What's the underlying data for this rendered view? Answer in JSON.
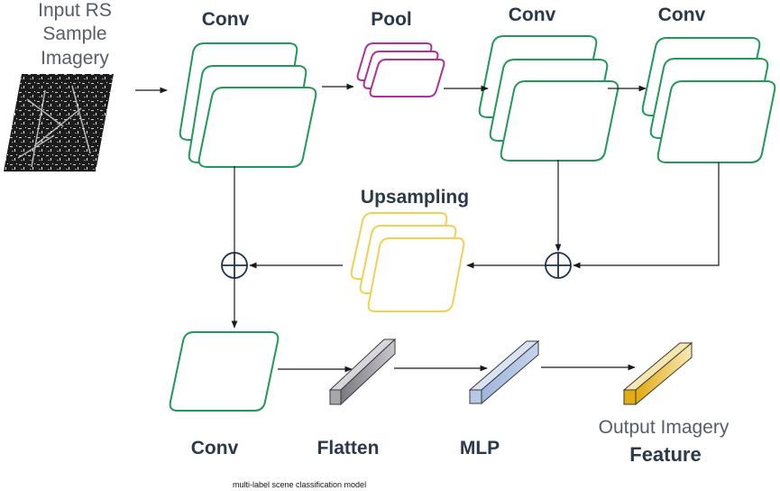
{
  "labels": {
    "input_line1": "Input RS",
    "input_line2": "Sample",
    "input_line3": "Imagery",
    "conv1": "Conv",
    "pool": "Pool",
    "conv2": "Conv",
    "conv3": "Conv",
    "upsampling": "Upsampling",
    "conv_bottom": "Conv",
    "flatten": "Flatten",
    "mlp": "MLP",
    "output_line1": "Output Imagery",
    "output_line2": "Feature"
  },
  "caption": "multi-label scene classification model",
  "colors": {
    "conv": "#1f9a5a",
    "pool": "#b0309a",
    "upsampling": "#f2cf55",
    "flatten": "#8c8c96",
    "mlp": "#a9c0e3",
    "output": "#e8b81c",
    "arrow": "#1a1a1a",
    "merge": "#1d3150"
  }
}
